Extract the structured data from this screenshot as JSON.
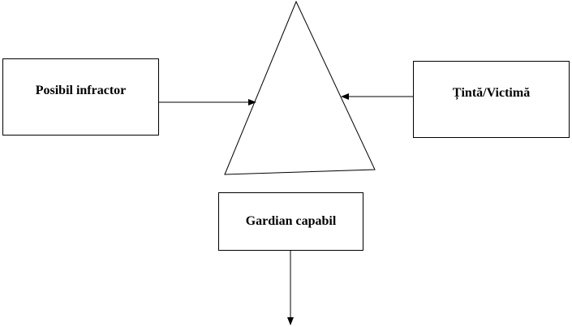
{
  "diagram": {
    "offender_label": "Posibil infractor",
    "target_label": "Țintă/Victimă",
    "guardian_label": "Gardian capabil"
  },
  "colors": {
    "stroke": "#000000",
    "background": "#ffffff"
  }
}
